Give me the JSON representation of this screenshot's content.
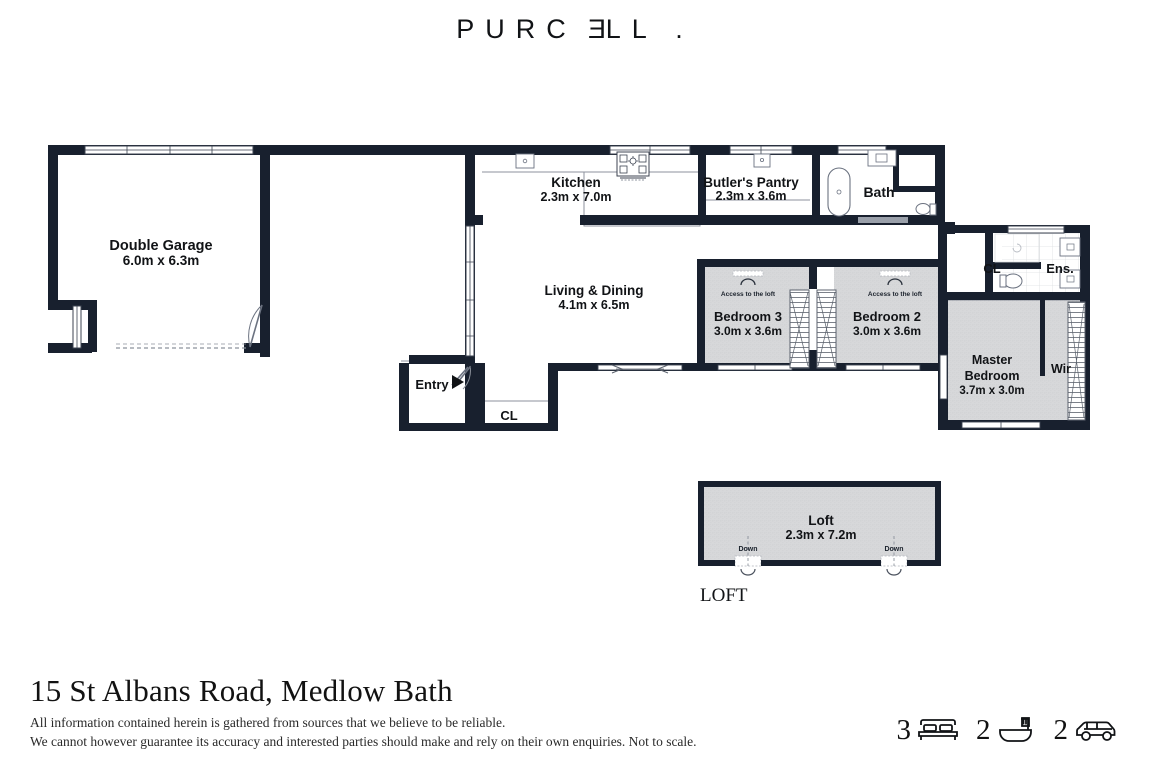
{
  "brand": {
    "name": "PURCELL",
    "dot": "."
  },
  "footer": {
    "address": "15 St Albans Road, Medlow Bath",
    "disclaimer_line1": "All information contained herein is gathered from sources that we believe to be reliable.",
    "disclaimer_line2": "We cannot however guarantee its accuracy and interested parties should make and rely on their own enquiries. Not to scale."
  },
  "features": [
    {
      "icon": "bed-icon",
      "count": "3",
      "label": "bedrooms"
    },
    {
      "icon": "bath-icon",
      "count": "2",
      "label": "bathrooms"
    },
    {
      "icon": "car-icon",
      "count": "2",
      "label": "car spaces"
    }
  ],
  "plan": {
    "level_label": "LOFT",
    "rooms": [
      {
        "key": "garage",
        "name": "Double Garage",
        "dims": "6.0m x 6.3m"
      },
      {
        "key": "kitchen",
        "name": "Kitchen",
        "dims": "2.3m x 7.0m"
      },
      {
        "key": "butlers",
        "name": "Butler's Pantry",
        "dims": "2.3m x 3.6m"
      },
      {
        "key": "bath",
        "name": "Bath",
        "dims": ""
      },
      {
        "key": "living",
        "name": "Living & Dining",
        "dims": "4.1m x 6.5m"
      },
      {
        "key": "bedroom3",
        "name": "Bedroom 3",
        "dims": "3.0m x 3.6m"
      },
      {
        "key": "bedroom2",
        "name": "Bedroom 2",
        "dims": "3.0m x 3.6m"
      },
      {
        "key": "master",
        "name": "Master Bedroom",
        "dims": "3.7m x 3.0m"
      },
      {
        "key": "wir",
        "name": "Wir",
        "dims": ""
      },
      {
        "key": "cl_ens",
        "name": "CL",
        "dims": ""
      },
      {
        "key": "ens",
        "name": "Ens.",
        "dims": ""
      },
      {
        "key": "entry",
        "name": "Entry",
        "dims": ""
      },
      {
        "key": "cl_entry",
        "name": "CL",
        "dims": ""
      },
      {
        "key": "loft",
        "name": "Loft",
        "dims": "2.3m x 7.2m"
      }
    ],
    "annotations": [
      {
        "key": "loft_access_b3",
        "text": "Access to the loft"
      },
      {
        "key": "loft_access_b2",
        "text": "Access to the loft"
      },
      {
        "key": "loft_down_left",
        "text": "Down"
      },
      {
        "key": "loft_down_right",
        "text": "Down"
      }
    ],
    "colors": {
      "wall": "#18202e",
      "carpet": "#d7d8da",
      "floor": "#ffffff",
      "line": "#7b8290",
      "text": "#111316"
    }
  }
}
